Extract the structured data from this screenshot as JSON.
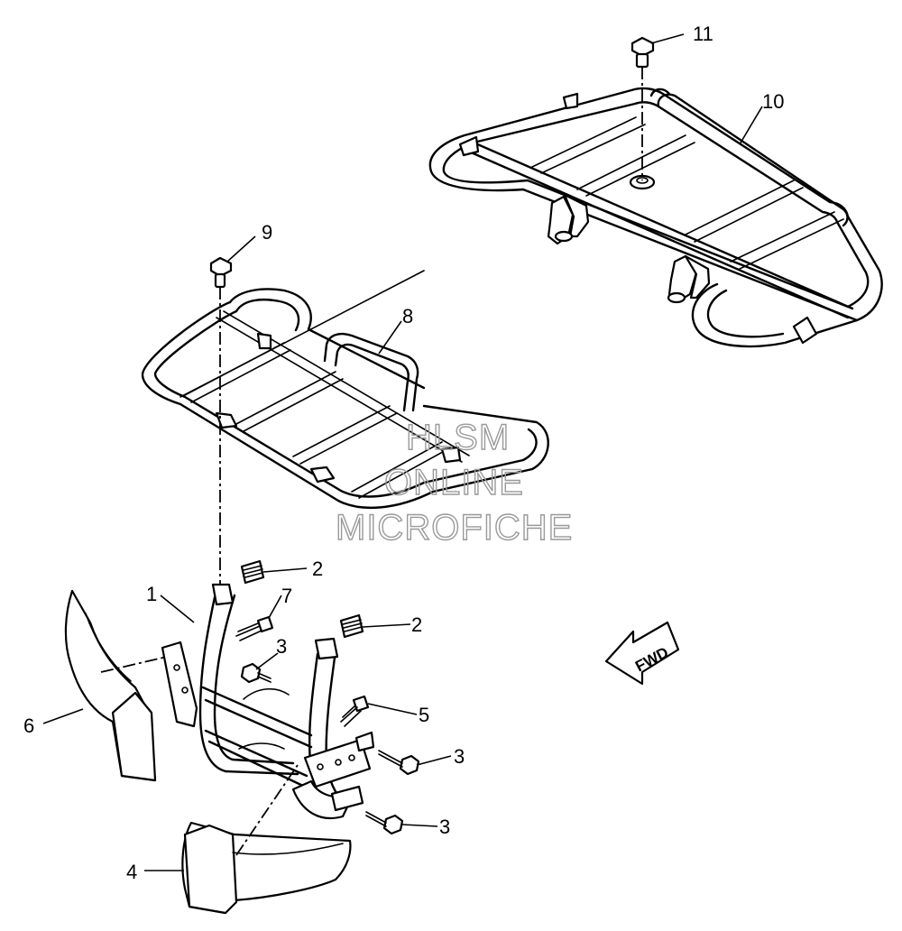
{
  "callouts": {
    "c1": "1",
    "c2a": "2",
    "c2b": "2",
    "c3a": "3",
    "c3b": "3",
    "c3c": "3",
    "c4": "4",
    "c5": "5",
    "c6": "6",
    "c7": "7",
    "c8": "8",
    "c9": "9",
    "c10": "10",
    "c11": "11"
  },
  "watermark": {
    "line1": "HLSM",
    "line2": "ONLINE",
    "line3": "MICROFICHE"
  },
  "direction_arrow": {
    "label": "FWD"
  }
}
